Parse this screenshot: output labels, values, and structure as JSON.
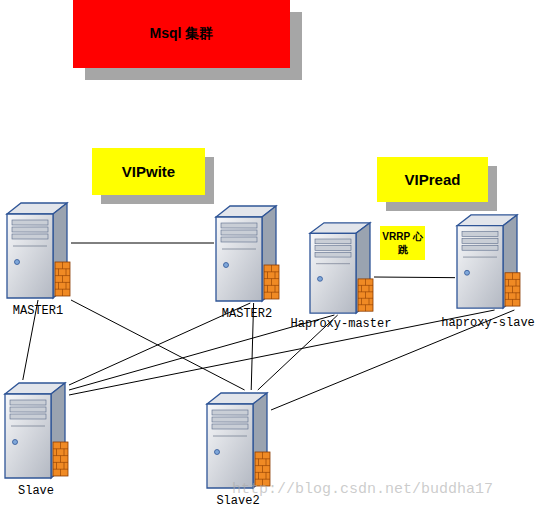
{
  "diagram": {
    "nodes": [
      {
        "text": [
          "Msql 集群"
        ]
      },
      {
        "text": [
          "VIPwite"
        ]
      },
      {
        "text": [
          "VIPread"
        ]
      },
      {
        "text": [
          "MASTER1"
        ]
      },
      {
        "text": [
          "MASTER2"
        ]
      },
      {
        "text": [
          "Haproxy-master"
        ]
      },
      {
        "text": [
          "haproxy-slave"
        ]
      },
      {
        "text": [
          "Slave"
        ]
      },
      {
        "text": [
          "Slave2"
        ]
      }
    ],
    "edges": [
      {
        "from": 3,
        "to": 4,
        "arrow": "none"
      },
      {
        "from": 5,
        "to": 6,
        "label": "VRRP 心跳",
        "arrow": "none"
      },
      {
        "from": 3,
        "to": 7,
        "arrow": "none"
      },
      {
        "from": 3,
        "to": 8,
        "arrow": "none"
      },
      {
        "from": 4,
        "to": 7,
        "arrow": "none"
      },
      {
        "from": 4,
        "to": 8,
        "arrow": "none"
      },
      {
        "from": 5,
        "to": 7,
        "arrow": "none"
      },
      {
        "from": 5,
        "to": 8,
        "arrow": "none"
      },
      {
        "from": 6,
        "to": 7,
        "arrow": "none"
      },
      {
        "from": 6,
        "to": 8,
        "arrow": "none"
      }
    ],
    "labels": [
      "http://blog.csdn.net/buddha17"
    ]
  }
}
